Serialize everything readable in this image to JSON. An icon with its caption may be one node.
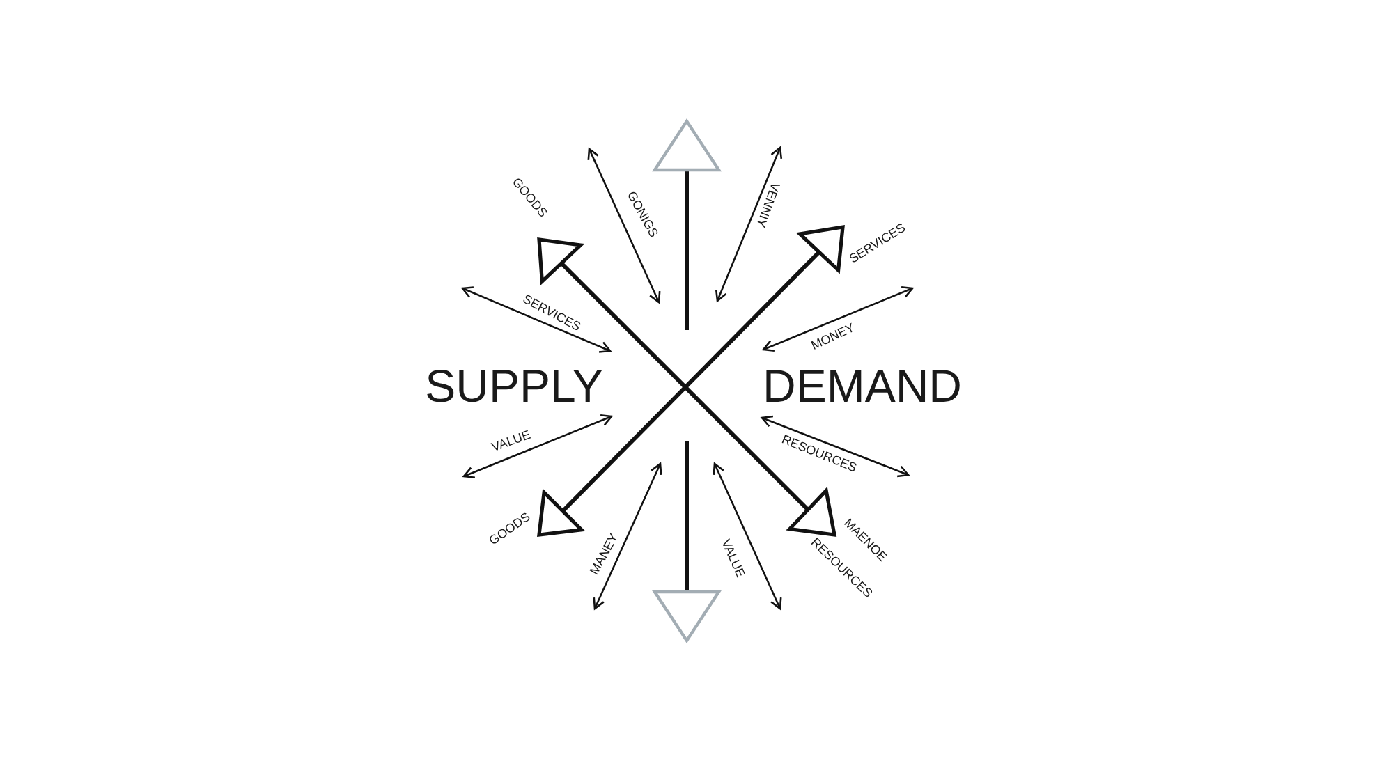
{
  "diagram": {
    "labels": [
      "GOODS",
      "GONIGS",
      "VENNIY",
      "SERVICES",
      "SERVICES",
      "MONEY",
      "SUPPLY",
      "DEMAND",
      "VALUE",
      "RESOURCES",
      "GOODS",
      "MANEY",
      "VALUE",
      "MAENOE",
      "RESOURCES"
    ]
  }
}
